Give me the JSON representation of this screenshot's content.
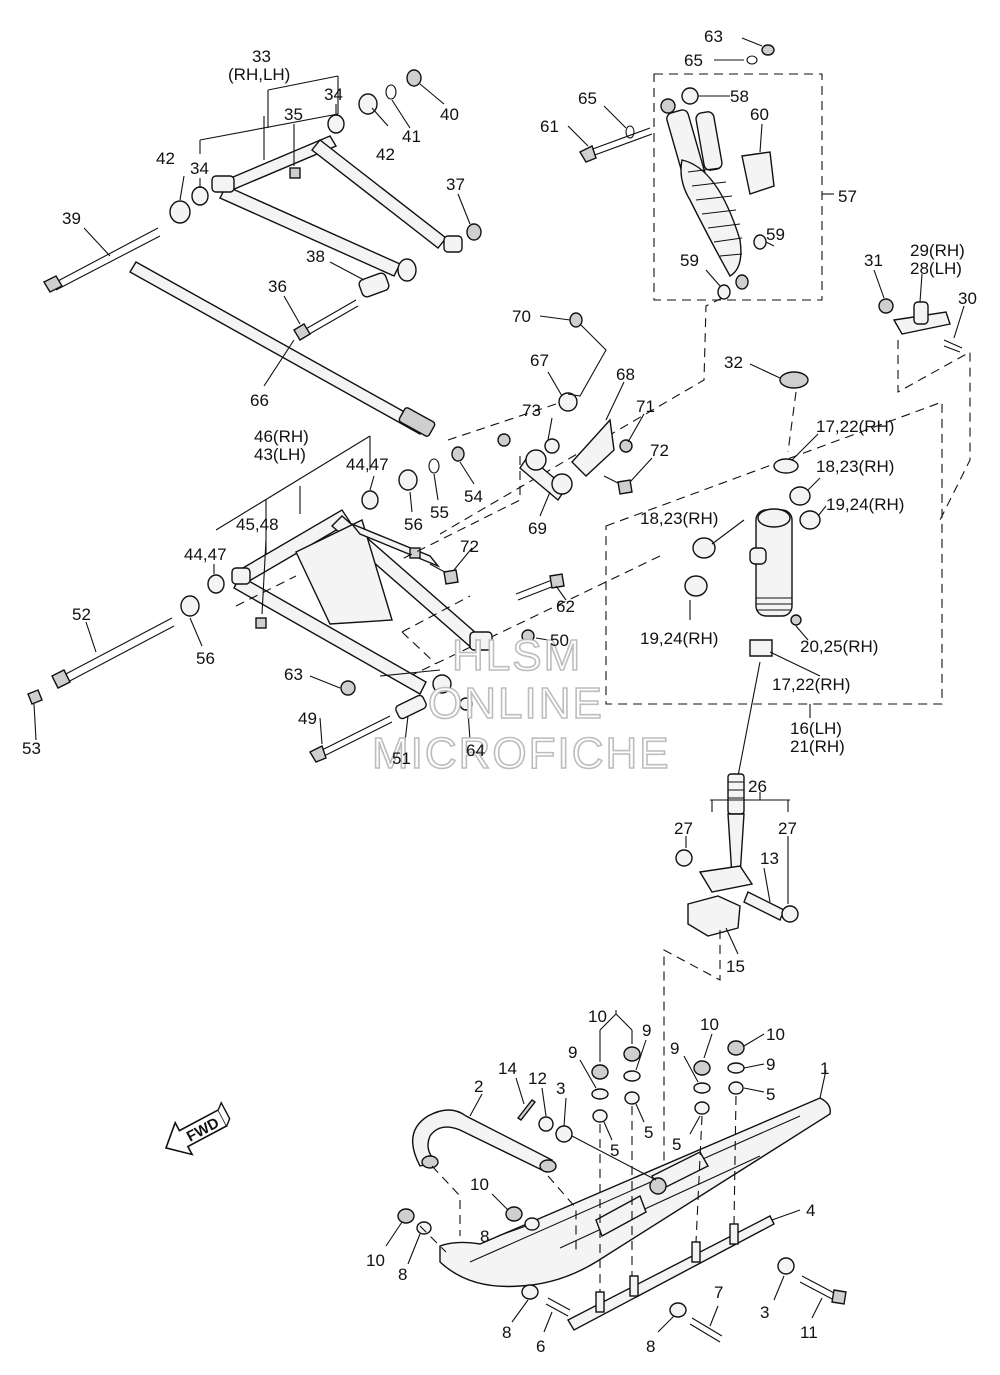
{
  "watermark": {
    "line1": "HLSM",
    "line2": "ONLINE",
    "line3": "MICROFICHE"
  },
  "fwd_label": "FWD",
  "labels": {
    "l1": "1",
    "l2": "2",
    "l3a": "3",
    "l3b": "3",
    "l4": "4",
    "l5a": "5",
    "l5b": "5",
    "l5c": "5",
    "l5d": "5",
    "l6": "6",
    "l7": "7",
    "l8a": "8",
    "l8b": "8",
    "l8c": "8",
    "l8d": "8",
    "l9a": "9",
    "l9b": "9",
    "l9c": "9",
    "l9d": "9",
    "l10a": "10",
    "l10b": "10",
    "l10c": "10",
    "l10d": "10",
    "l10e": "10",
    "l11": "11",
    "l12": "12",
    "l13": "13",
    "l14": "14",
    "l15": "15",
    "l16_21a": "16(LH)",
    "l16_21b": "21(RH)",
    "l17_22a": "17,22(RH)",
    "l17_22b": "17,22(RH)",
    "l18_23a": "18,23(RH)",
    "l18_23b": "18,23(RH)",
    "l19_24a": "19,24(RH)",
    "l19_24b": "19,24(RH)",
    "l20_25": "20,25(RH)",
    "l26": "26",
    "l27a": "27",
    "l27b": "27",
    "l28_29a": "29(RH)",
    "l28_29b": "28(LH)",
    "l30": "30",
    "l31": "31",
    "l32": "32",
    "l33a": "33",
    "l33b": "(RH,LH)",
    "l34a": "34",
    "l34b": "34",
    "l35": "35",
    "l36": "36",
    "l37": "37",
    "l38": "38",
    "l39": "39",
    "l40": "40",
    "l41": "41",
    "l42a": "42",
    "l42b": "42",
    "l43_46a": "46(RH)",
    "l43_46b": "43(LH)",
    "l44_47a": "44,47",
    "l44_47b": "44,47",
    "l45_48": "45,48",
    "l49": "49",
    "l50": "50",
    "l51": "51",
    "l52": "52",
    "l53": "53",
    "l54": "54",
    "l55": "55",
    "l56a": "56",
    "l56b": "56",
    "l57": "57",
    "l58": "58",
    "l59a": "59",
    "l59b": "59",
    "l60": "60",
    "l61": "61",
    "l62": "62",
    "l63a": "63",
    "l63b": "63",
    "l64": "64",
    "l65a": "65",
    "l65b": "65",
    "l66": "66",
    "l67": "67",
    "l68": "68",
    "l69": "69",
    "l70": "70",
    "l71": "71",
    "l72a": "72",
    "l72b": "72",
    "l73": "73"
  }
}
